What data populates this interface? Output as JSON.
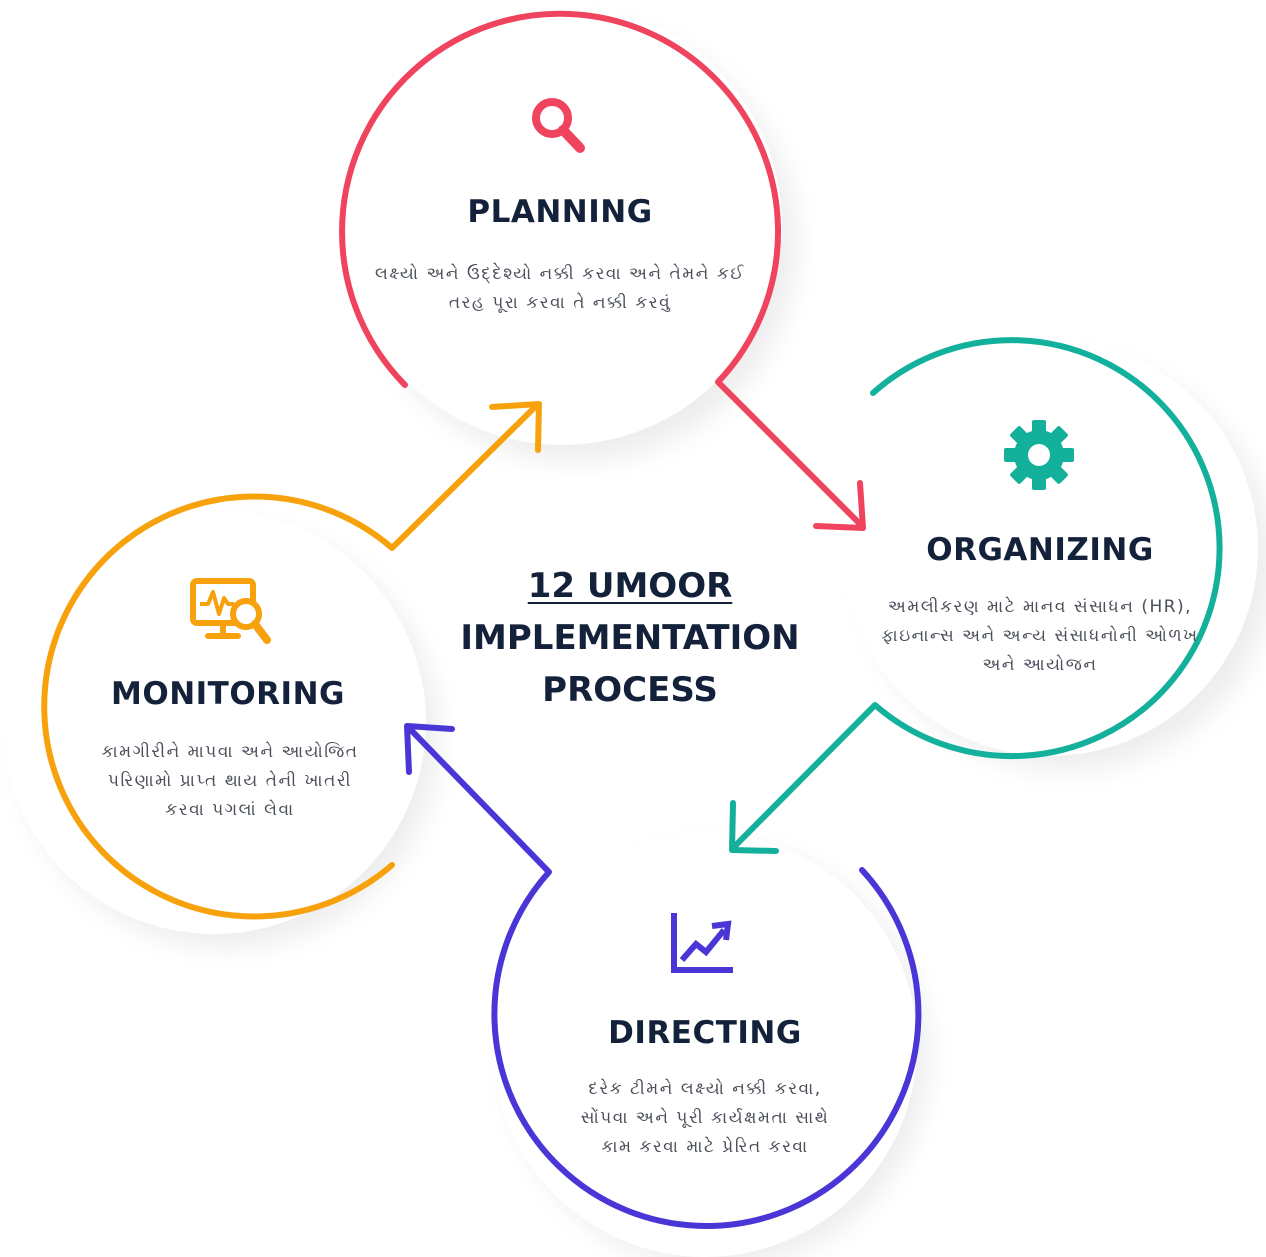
{
  "colors": {
    "planning": "#f0435e",
    "organizing": "#13b09c",
    "directing": "#4a36d6",
    "monitoring": "#f7a10c",
    "text_dark": "#14213a",
    "text_body": "#4a4f5a"
  },
  "center": {
    "title_line1": "12 UMOOR",
    "title_line2": "IMPLEMENTATION",
    "title_line3": "PROCESS"
  },
  "steps": {
    "planning": {
      "icon": "search-icon",
      "title": "PLANNING",
      "line1": "લક્ષ્યો અને ઉદ્દેશ્યો નક્કી કરવા અને તેમને કઈ",
      "line2": "તરહ પૂરા કરવા તે નક્કી કરવું"
    },
    "organizing": {
      "icon": "gear-icon",
      "title": "ORGANIZING",
      "line1": "અમલીકરણ માટે માનવ સંસાધન (HR),",
      "line2": "ફાઇનાન્સ અને અન્ય સંસાધનોની ઓળખ",
      "line3": "અને આયોજન"
    },
    "directing": {
      "icon": "trend-up-icon",
      "title": "DIRECTING",
      "line1": "દરેક ટીમને લક્ષ્યો નક્કી કરવા,",
      "line2": "સોંપવા અને પૂરી કાર્યક્ષમતા સાથે",
      "line3": "કામ કરવા માટે પ્રેરિત કરવા"
    },
    "monitoring": {
      "icon": "monitor-search-icon",
      "title": "MONITORING",
      "line1": "કામગીરીને માપવા અને આયોજિત",
      "line2": "પરિણામો પ્રાપ્ત થાય તેની ખાતરી",
      "line3": "કરવા પગલાં લેવા"
    }
  }
}
